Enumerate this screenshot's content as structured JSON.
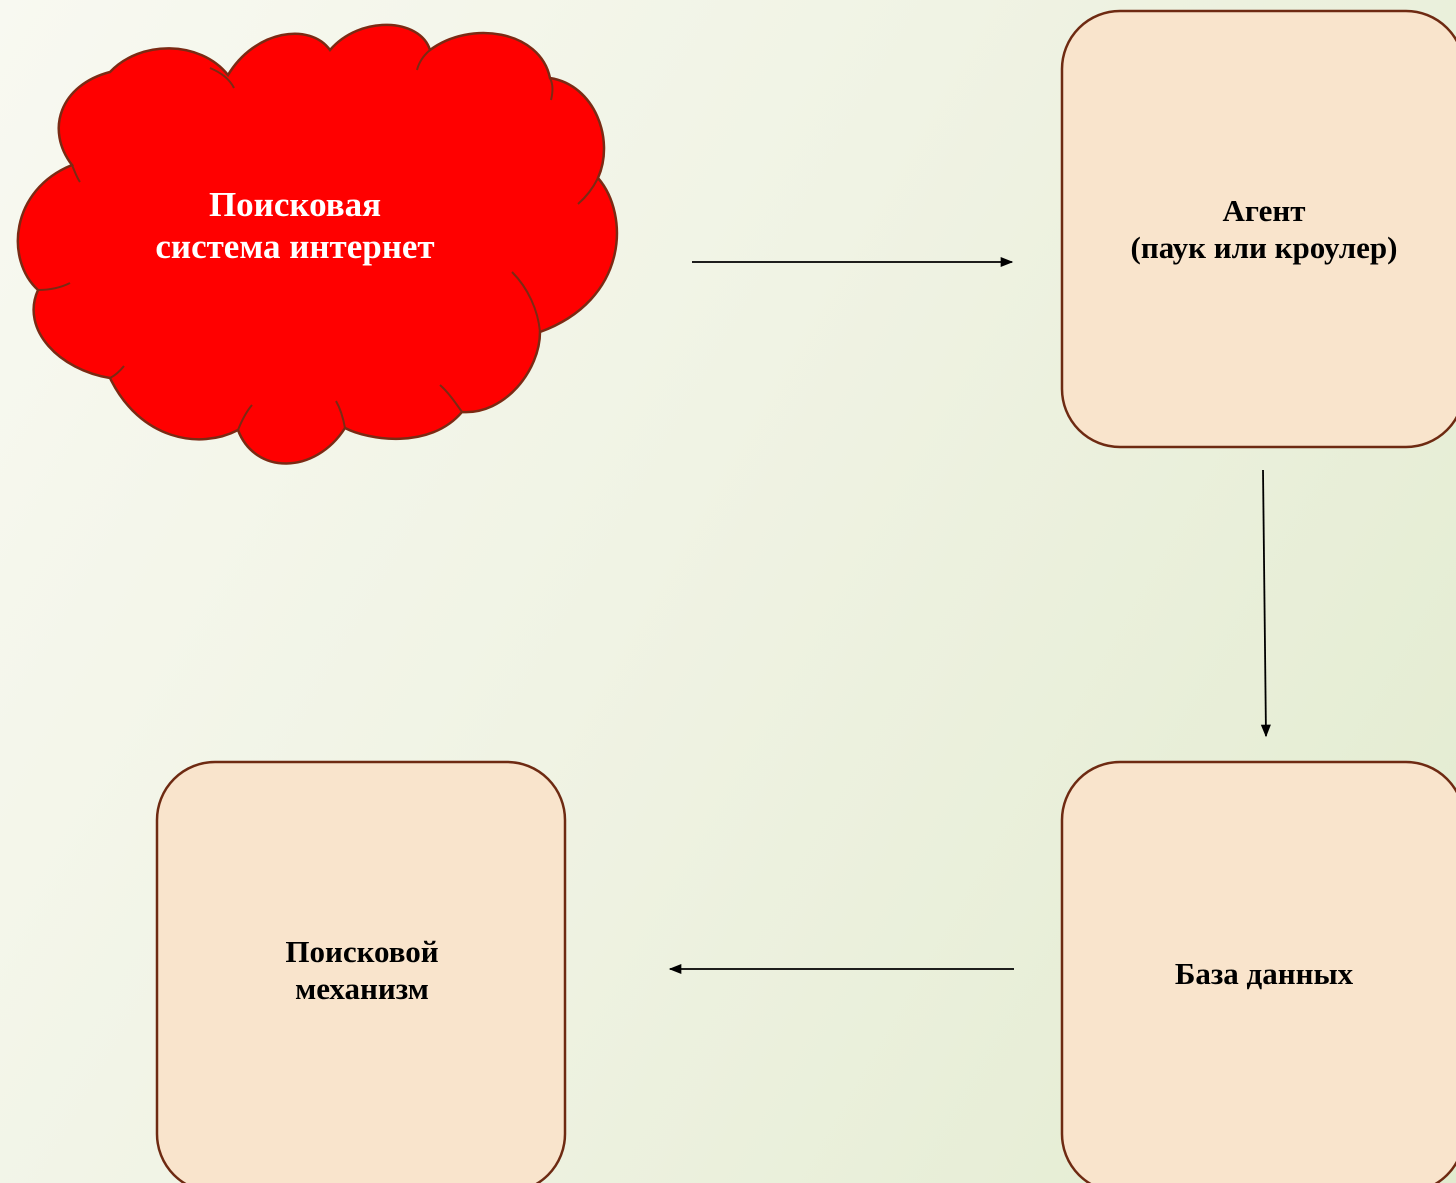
{
  "diagram": {
    "nodes": {
      "cloud": {
        "line1": "Поисковая",
        "line2": "система интернет",
        "fill": "#ff0000",
        "stroke": "#7a2a14"
      },
      "agent": {
        "line1": "Агент",
        "line2": "(паук или кроулер)",
        "fill": "#f9e4cc",
        "stroke": "#6e2a12"
      },
      "database": {
        "line1": "База данных",
        "fill": "#f9e4cc",
        "stroke": "#6e2a12"
      },
      "engine": {
        "line1": "Поисковой",
        "line2": "механизм",
        "fill": "#f9e4cc",
        "stroke": "#6e2a12"
      }
    },
    "edges": [
      {
        "from": "cloud",
        "to": "agent"
      },
      {
        "from": "agent",
        "to": "database"
      },
      {
        "from": "database",
        "to": "engine"
      }
    ]
  }
}
